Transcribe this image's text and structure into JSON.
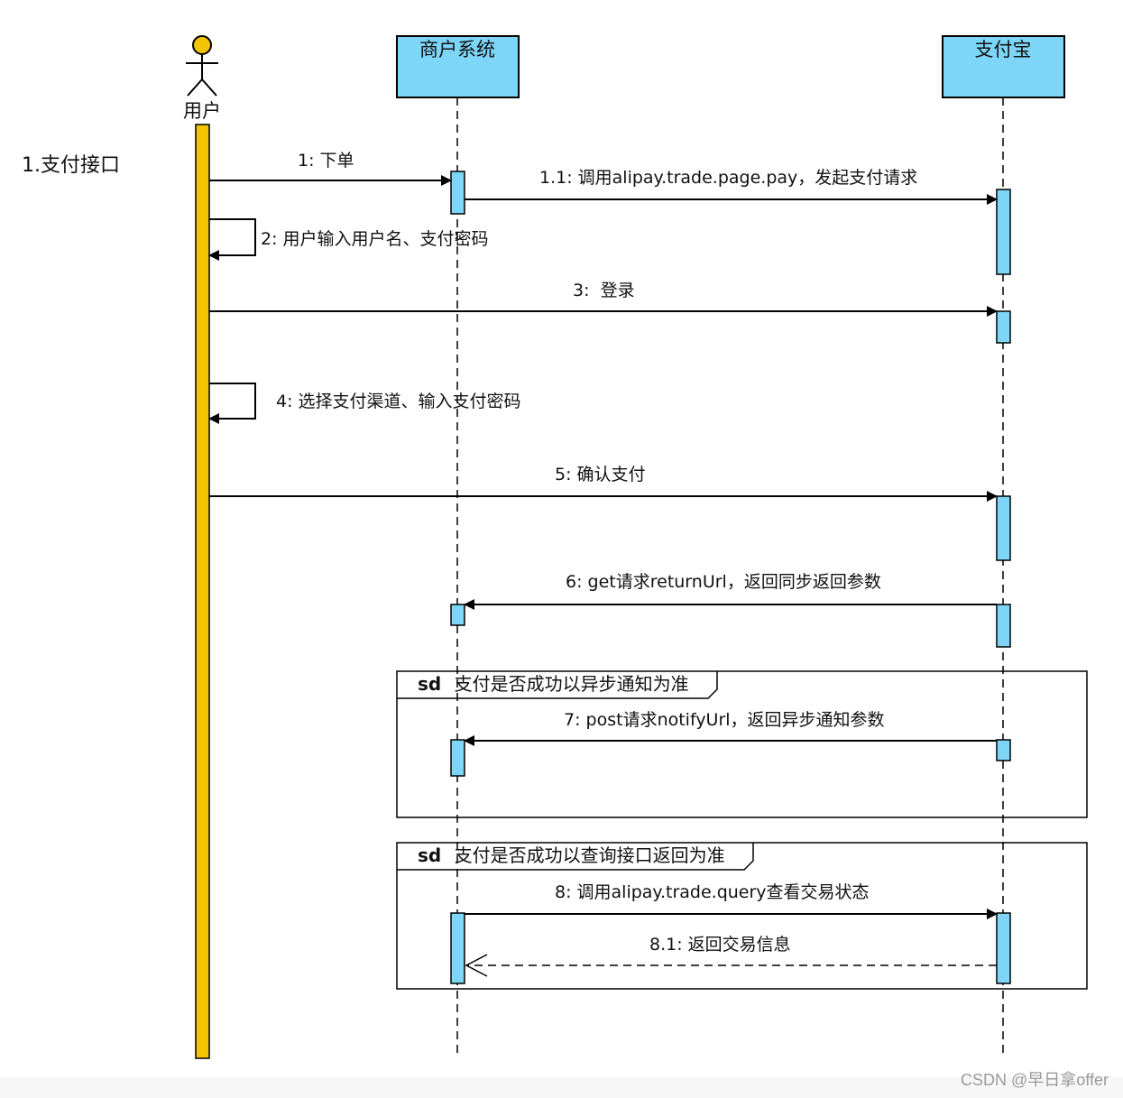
{
  "section_title": "1.支付接口",
  "participants": {
    "user": "用户",
    "merchant": "商户系统",
    "alipay": "支付宝"
  },
  "messages": [
    "1: 下单",
    "1.1: 调用alipay.trade.page.pay，发起支付请求",
    "2: 用户输入用户名、支付密码",
    "3:  登录",
    "4: 选择支付渠道、输入支付密码",
    "5: 确认支付",
    "6: get请求returnUrl，返回同步返回参数",
    "7: post请求notifyUrl，返回异步通知参数",
    "8: 调用alipay.trade.query查看交易状态",
    "8.1: 返回交易信息"
  ],
  "frames": [
    {
      "keyword": "sd",
      "title": "支付是否成功以异步通知为准"
    },
    {
      "keyword": "sd",
      "title": "支付是否成功以查询接口返回为准"
    }
  ],
  "watermark": "CSDN @早日拿offer",
  "colors": {
    "participant_fill": "#7dd6f7",
    "activation_fill": "#7dd6f7",
    "user_lifeline": "#f5c400",
    "actor_head": "#f5c400"
  }
}
